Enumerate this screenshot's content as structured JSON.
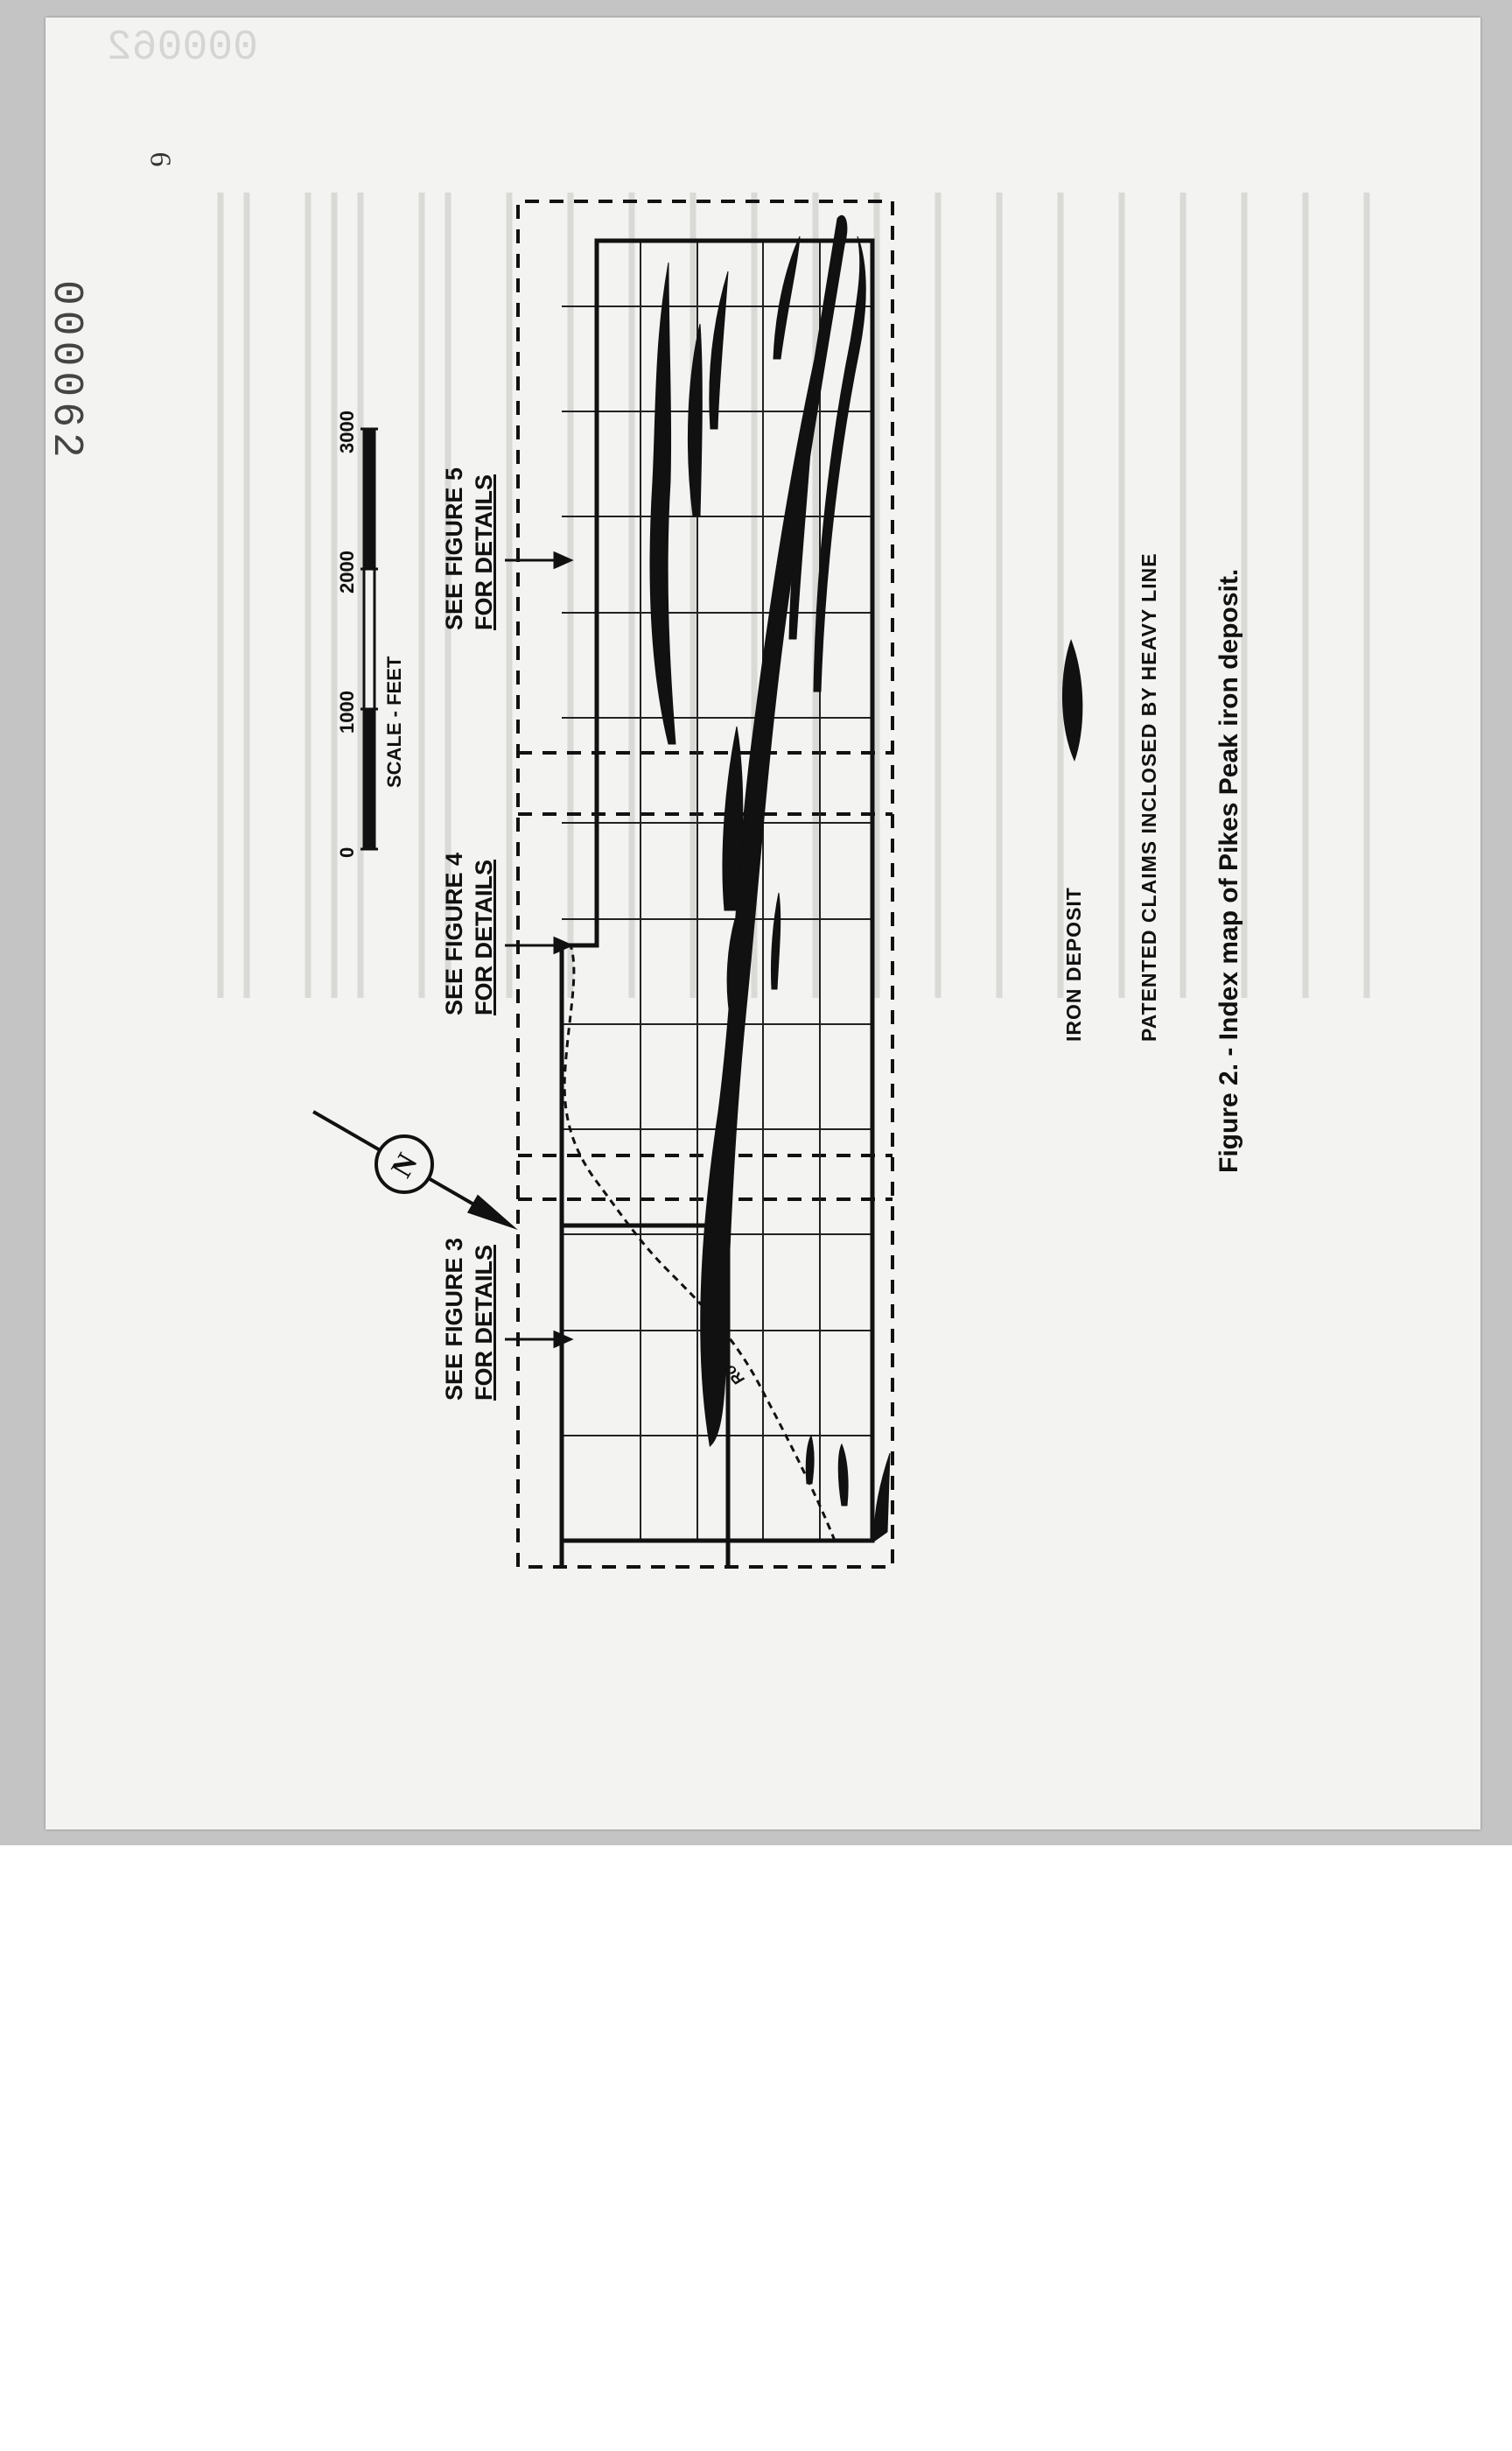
{
  "document": {
    "doc_number": "000062",
    "page_number": "6",
    "figure": {
      "caption": "Figure 2. - Index map of Pikes Peak iron deposit.",
      "scale": {
        "title": "SCALE - FEET",
        "ticks": [
          "0",
          "1000",
          "2000",
          "3000"
        ]
      },
      "north_symbol": "N",
      "callouts": [
        {
          "line1": "SEE FIGURE 3",
          "line2": "FOR DETAILS"
        },
        {
          "line1": "SEE FIGURE 4",
          "line2": "FOR DETAILS"
        },
        {
          "line1": "SEE FIGURE 5",
          "line2": "FOR DETAILS"
        }
      ],
      "legend": {
        "iron_deposit": "IRON DEPOSIT",
        "patented_claims": "PATENTED CLAIMS INCLOSED BY HEAVY LINE"
      },
      "road_label": "Road"
    },
    "colors": {
      "page": "#f3f3f1",
      "scanner_background": "#c4c4c4",
      "ink": "#111111"
    }
  }
}
